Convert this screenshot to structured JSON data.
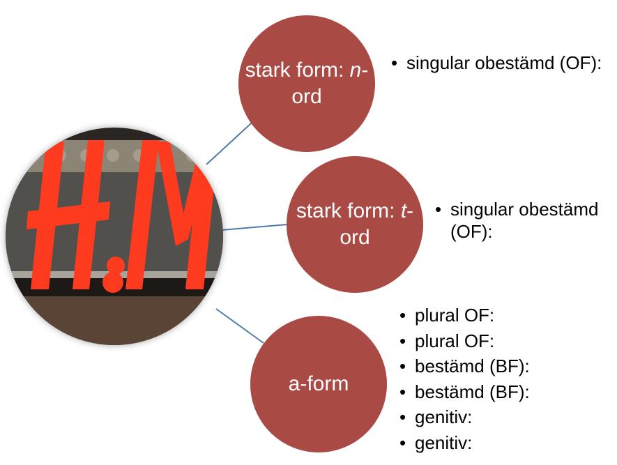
{
  "colors": {
    "node": "#a94a45",
    "connector": "#4f7aa8",
    "logo": "#ff3b1f"
  },
  "photo": {
    "subject": "H&M logo sign",
    "logo_text": "H&M"
  },
  "nodes": [
    {
      "text_before": "stark form: ",
      "italic": "n",
      "text_after": "-ord"
    },
    {
      "text_before": "stark form: ",
      "italic": "t",
      "text_after": "-ord"
    },
    {
      "text_before": "a-form",
      "italic": "",
      "text_after": ""
    }
  ],
  "lists": [
    {
      "items": [
        "singular obestämd (OF):"
      ]
    },
    {
      "items": [
        "singular obestämd (OF):"
      ]
    },
    {
      "items": [
        "plural OF:",
        "plural OF:",
        "bestämd (BF):",
        "bestämd (BF):",
        "genitiv:",
        "genitiv:"
      ]
    }
  ]
}
